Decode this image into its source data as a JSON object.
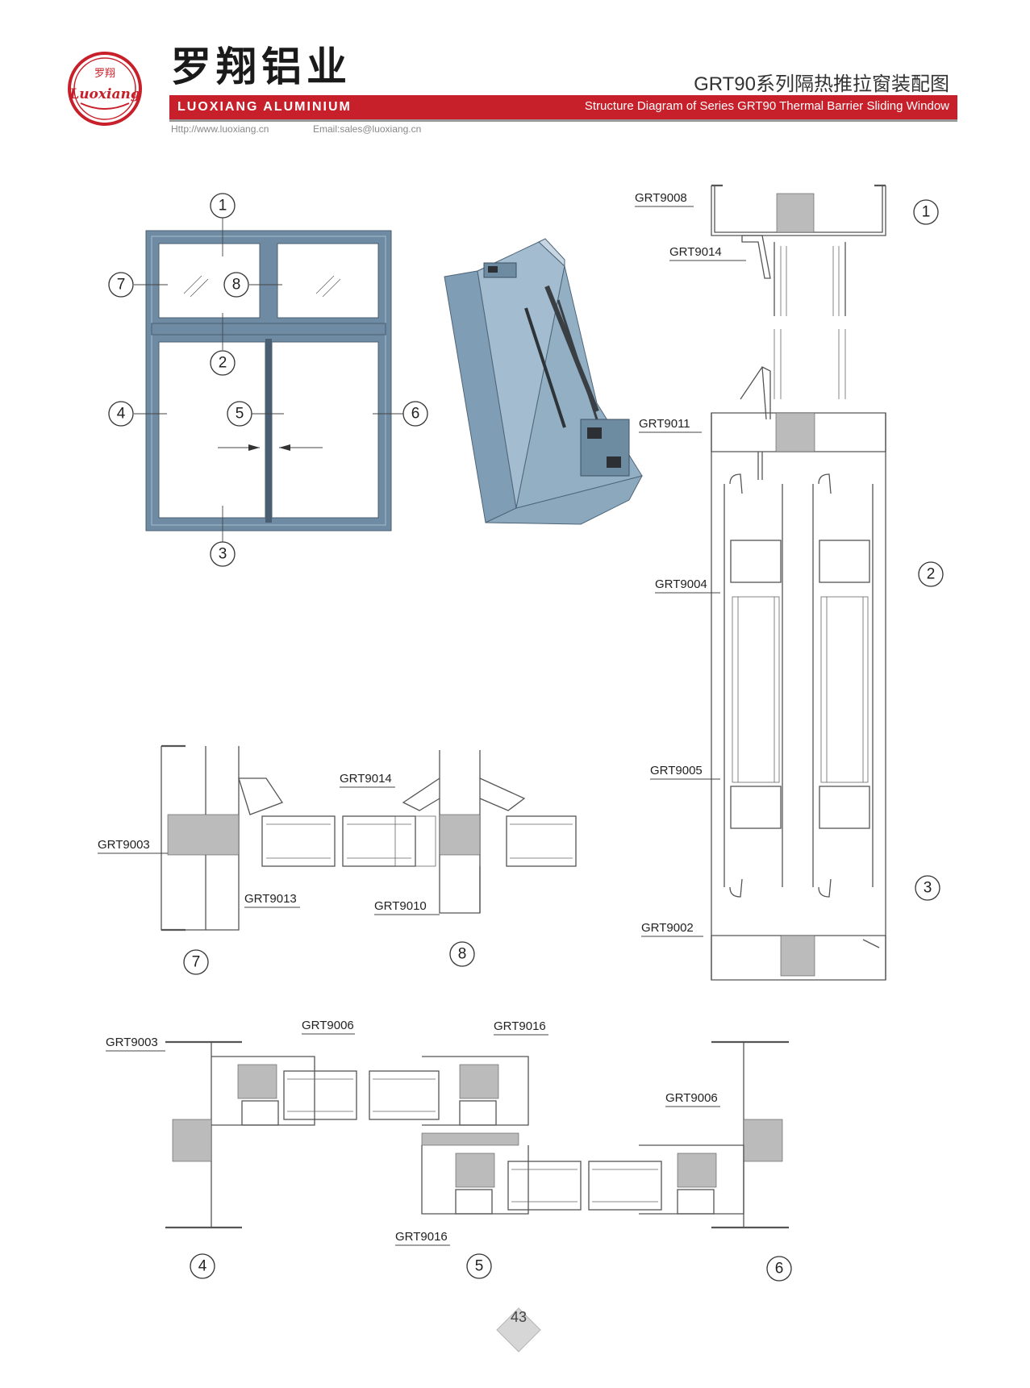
{
  "header": {
    "logo_cn": "罗翔",
    "logo_script": "Luoxiang",
    "brand_name": "罗翔铝业",
    "brand_en": "LUOXIANG ALUMINIUM",
    "title_cn": "GRT90系列隔热推拉窗装配图",
    "title_en": "Structure Diagram of Series GRT90 Thermal Barrier Sliding Window",
    "url": "Http://www.luoxiang.cn",
    "email": "Email:sales@luoxiang.cn"
  },
  "elevation": {
    "callouts": [
      "1",
      "2",
      "3",
      "4",
      "5",
      "6",
      "7",
      "8"
    ]
  },
  "vertical_section": {
    "labels": [
      "GRT9008",
      "GRT9014",
      "GRT9011",
      "GRT9004",
      "GRT9005",
      "GRT9002"
    ],
    "callouts": [
      "1",
      "2",
      "3"
    ]
  },
  "section_7": {
    "labels": [
      "GRT9003",
      "GRT9013"
    ],
    "callout": "7"
  },
  "section_8": {
    "labels": [
      "GRT9014",
      "GRT9010"
    ],
    "callout": "8"
  },
  "section_4": {
    "labels": [
      "GRT9003",
      "GRT9006"
    ],
    "callout": "4"
  },
  "section_5": {
    "labels": [
      "GRT9016",
      "GRT9016"
    ],
    "callout": "5"
  },
  "section_6": {
    "labels": [
      "GRT9006"
    ],
    "callout": "6"
  },
  "page_number": "43",
  "colors": {
    "brand_red": "#c8202a",
    "frame_blue": "#6f8ba3",
    "profile_blue": "#7f9db5",
    "line_gray": "#555555"
  }
}
